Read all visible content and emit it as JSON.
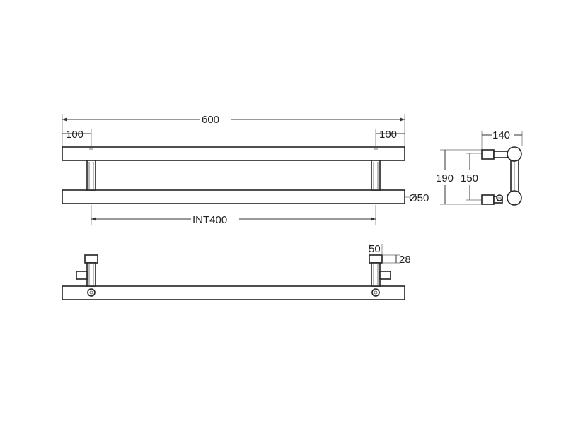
{
  "front_view": {
    "overall_length": "600",
    "left_offset": "100",
    "right_offset": "100",
    "diameter": "Ø50",
    "internal_spacing": "INT400"
  },
  "side_view": {
    "depth": "140",
    "total_height": "190",
    "bar_spacing": "150"
  },
  "bottom_view": {
    "bracket_width": "50",
    "bracket_thickness": "28"
  }
}
